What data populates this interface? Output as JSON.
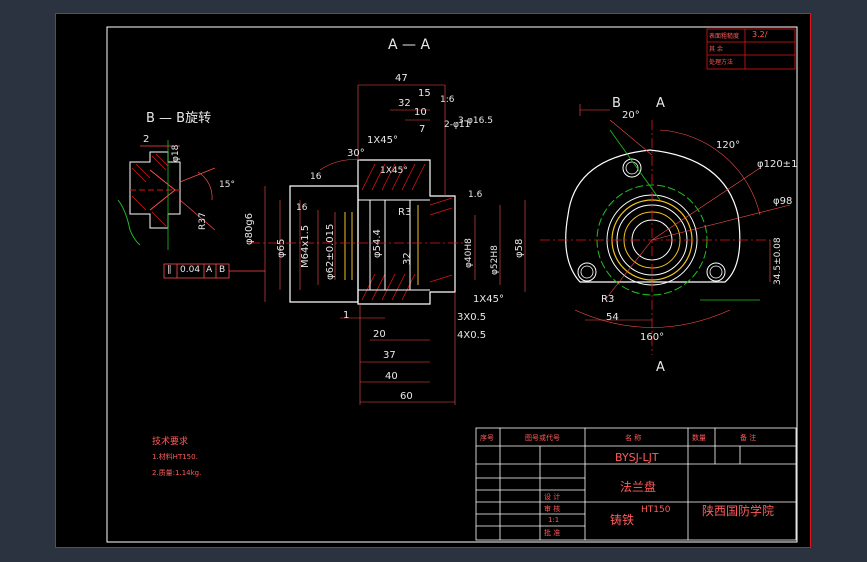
{
  "views": {
    "section_aa_title": "A — A",
    "section_bb_title": "B — B旋转",
    "arrow_b": "B",
    "arrow_a_top": "A",
    "arrow_a_bottom": "A"
  },
  "dimensions_left": {
    "d47": "47",
    "d32a": "32",
    "d15": "15",
    "d10": "10",
    "d116": "1:6",
    "d7": "7",
    "d2phi11": "2-φ11",
    "d3phi165": "3-φ16.5",
    "c1x45a": "1X45°",
    "c1x45b": "1X45°",
    "a30": "30°",
    "r3": "R3",
    "ra16": "16",
    "phi80": "φ80g6",
    "phi65": "φ65",
    "m64": "M64x1.5",
    "phi62": "φ62±0.015",
    "phi544": "φ54.4",
    "d32b": "32",
    "phi40": "φ40H8",
    "phi52": "φ52H8",
    "phi58": "φ58",
    "c1x45c": "1X45°",
    "c3x05": "3X0.5",
    "c4x05": "4X0.5",
    "d20": "20",
    "d37": "37",
    "d40": "40",
    "d60": "60",
    "d1": "1",
    "d16": "1.6",
    "tolerance_sym": "∥",
    "tolerance_val": "0.04",
    "tolerance_ref_a": "A",
    "tolerance_ref_b": "B"
  },
  "dimensions_bb": {
    "d2": "2",
    "phi18": "φ18",
    "r37": "R37",
    "d15": "15°"
  },
  "dimensions_right": {
    "a20": "20°",
    "a120": "120°",
    "phi120": "φ120±1",
    "phi98": "φ98",
    "d345": "34.5±0.08",
    "r3": "R3",
    "d54": "54",
    "a160": "160°"
  },
  "tech_requirements": {
    "title": "技术要求",
    "line1": "1.材料HT150.",
    "line2": "2.质量:1.14kg."
  },
  "title_block": {
    "h_seq": "序号",
    "h_code": "图号或代号",
    "h_name": "名  称",
    "h_qty": "数量",
    "h_note": "备  注",
    "drawing_no": "BYSJ-LJT",
    "part_name": "法兰盘",
    "material_label": "铸铁",
    "material": "HT150",
    "school": "陕西国防学院",
    "row_a": "设 计",
    "row_b": "审 核",
    "row_c": "批 准",
    "scale": "1:1"
  },
  "corner_table": {
    "r1": "表面粗糙度",
    "r2": "其 余",
    "r3": "处理方法",
    "sym": "3.2/"
  }
}
